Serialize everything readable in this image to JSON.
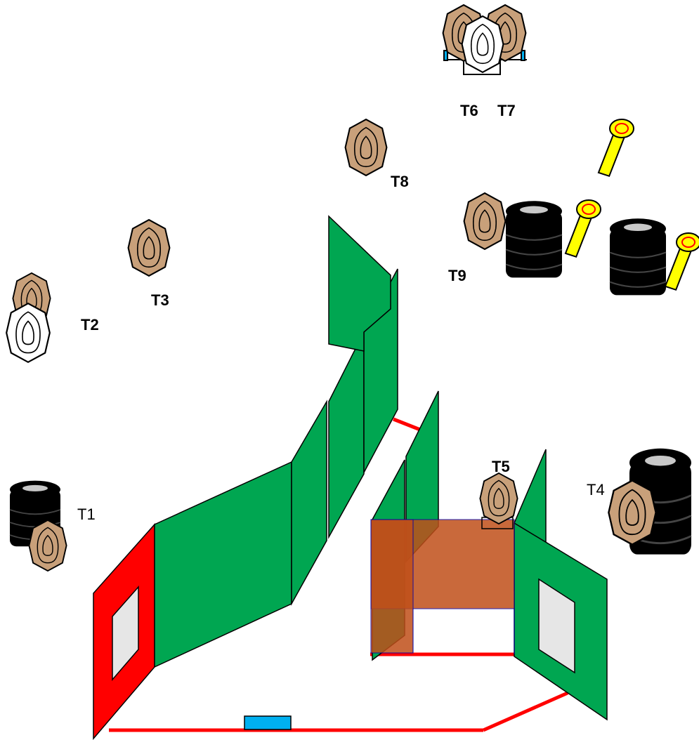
{
  "stage": {
    "labels": {
      "t1": "T1",
      "t2": "T2",
      "t3": "T3",
      "t4": "T4",
      "t5": "T5",
      "t6": "T6",
      "t7": "T7",
      "t8": "T8",
      "t9": "T9"
    },
    "colors": {
      "wall": "#00a651",
      "start_wall": "#ff0000",
      "fault_line": "#ff0000",
      "target_cardboard": "#c8a07a",
      "no_shoot": "#ffffff",
      "barrel": "#000000",
      "popper": "#ffff00",
      "shelter": "#c0501a",
      "start_marker": "#00b0f0"
    }
  }
}
